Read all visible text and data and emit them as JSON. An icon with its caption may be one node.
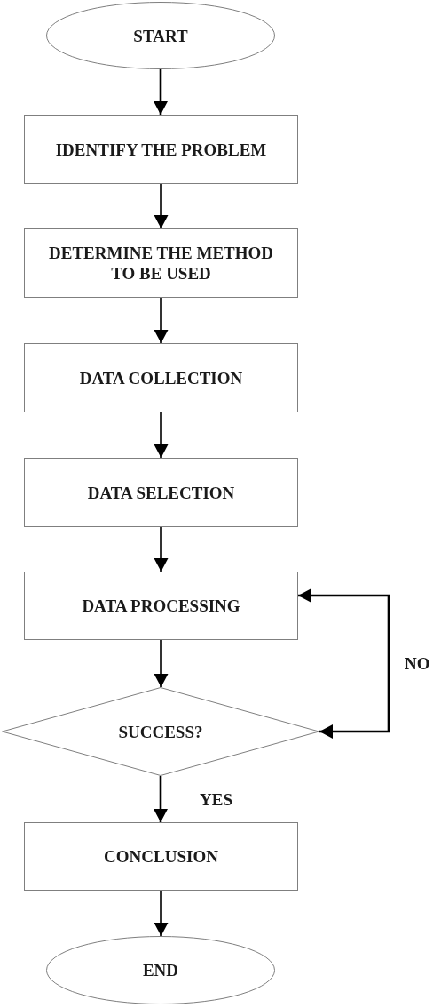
{
  "diagram": {
    "nodes": [
      {
        "text": [
          "START"
        ]
      },
      {
        "text": [
          "IDENTIFY THE PROBLEM"
        ]
      },
      {
        "text": [
          "DETERMINE THE METHOD TO BE USED"
        ]
      },
      {
        "text": [
          "DATA COLLECTION"
        ]
      },
      {
        "text": [
          "DATA SELECTION"
        ]
      },
      {
        "text": [
          "DATA PROCESSING"
        ]
      },
      {
        "text": [
          "SUCCESS?"
        ]
      },
      {
        "text": [
          "CONCLUSION"
        ]
      },
      {
        "text": [
          "END"
        ]
      }
    ],
    "edges": [
      {
        "from": 0,
        "to": 1,
        "arrow": "to"
      },
      {
        "from": 1,
        "to": 2,
        "arrow": "to"
      },
      {
        "from": 2,
        "to": 3,
        "arrow": "to"
      },
      {
        "from": 3,
        "to": 4,
        "arrow": "to"
      },
      {
        "from": 4,
        "to": 5,
        "arrow": "to"
      },
      {
        "from": 5,
        "to": 6,
        "arrow": "to"
      },
      {
        "from": 6,
        "to": 7,
        "arrow": "to",
        "label": "YES"
      },
      {
        "from": 7,
        "to": 8,
        "arrow": "to"
      },
      {
        "from": 6,
        "to": 5,
        "arrow": "both",
        "label": "NO"
      }
    ]
  }
}
